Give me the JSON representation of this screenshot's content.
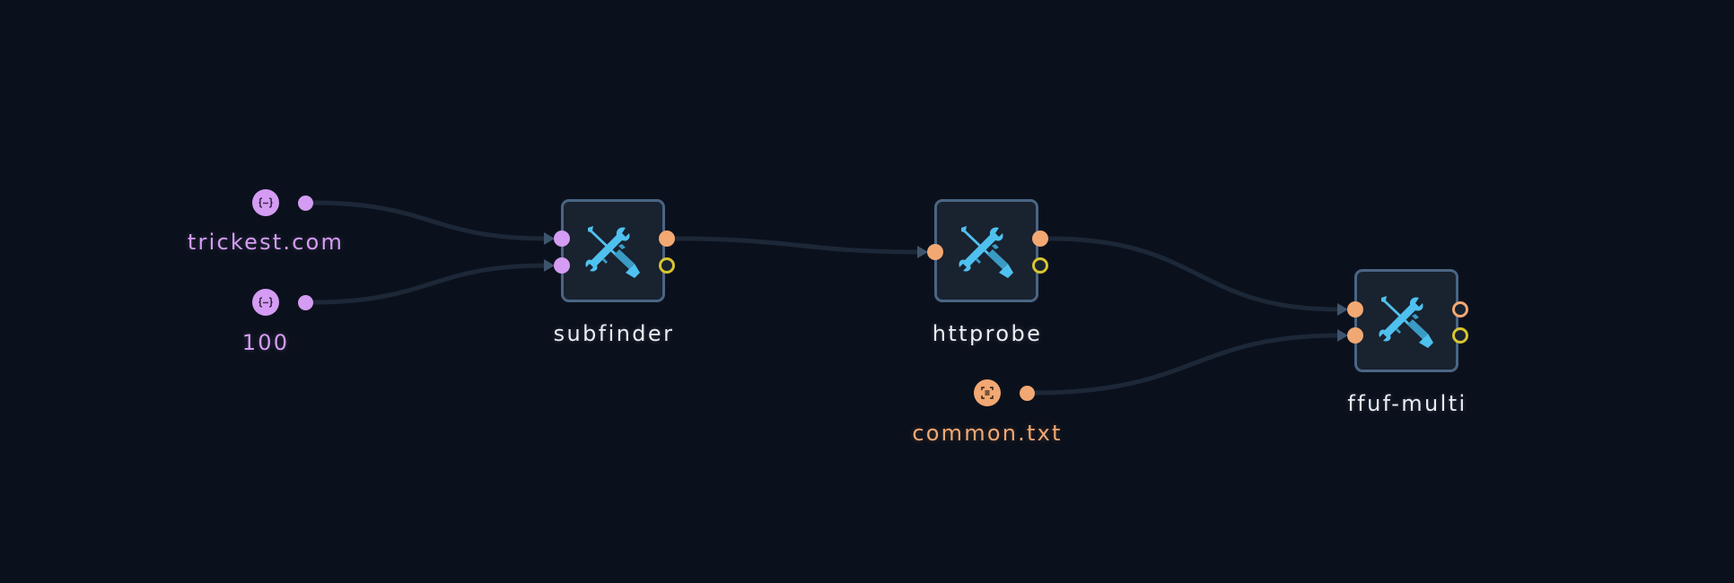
{
  "canvas": {
    "background": "#0b111c",
    "edge_color": "#1c2737",
    "arrow_color": "#3f546c"
  },
  "colors": {
    "string_input": "#d49cf3",
    "file_input": "#f2a872",
    "node_border": "#4a6585",
    "node_fill": "#19222f",
    "tool_icon": "#4fc1ef",
    "output_file_port": "#f2a872",
    "output_status_port": "#d6c530",
    "node_label": "#e9edf3"
  },
  "inputs": [
    {
      "id": "trickest",
      "label": "trickest.com",
      "type": "string",
      "icon": "code-braces-icon"
    },
    {
      "id": "hundred",
      "label": "100",
      "type": "string",
      "icon": "code-braces-icon"
    },
    {
      "id": "common",
      "label": "common.txt",
      "type": "file",
      "icon": "file-scan-icon"
    }
  ],
  "tools": [
    {
      "id": "subfinder",
      "label": "subfinder",
      "icon": "tools-icon",
      "inputs": 2,
      "outputs": [
        "file",
        "status"
      ]
    },
    {
      "id": "httprobe",
      "label": "httprobe",
      "icon": "tools-icon",
      "inputs": 1,
      "outputs": [
        "file",
        "status"
      ]
    },
    {
      "id": "ffuf",
      "label": "ffuf-multi",
      "icon": "tools-icon",
      "inputs": 2,
      "outputs": [
        "file-unconnected",
        "status"
      ]
    }
  ],
  "edges": [
    {
      "from": "trickest.com",
      "to": "subfinder.input-1"
    },
    {
      "from": "100",
      "to": "subfinder.input-2"
    },
    {
      "from": "subfinder.output-file",
      "to": "httprobe.input-1"
    },
    {
      "from": "httprobe.output-file",
      "to": "ffuf-multi.input-1"
    },
    {
      "from": "common.txt",
      "to": "ffuf-multi.input-2"
    }
  ]
}
